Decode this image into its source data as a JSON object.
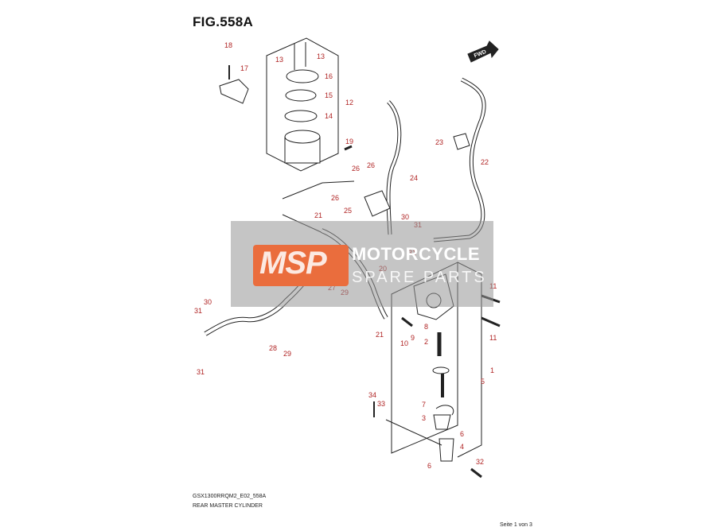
{
  "figure_title": "FIG.558A",
  "footer": {
    "model_code": "GSX1300RRQM2_E02_558A",
    "caption": "REAR MASTER CYLINDER",
    "page": "Seite 1 von 3"
  },
  "direction_badge": "FWD",
  "watermark": {
    "logo": "MSP",
    "line1": "MOTORCYCLE",
    "line2": "SPARE PARTS"
  },
  "callouts": [
    "18",
    "17",
    "13",
    "13",
    "16",
    "15",
    "12",
    "14",
    "19",
    "26",
    "26",
    "26",
    "24",
    "25",
    "21",
    "30",
    "31",
    "31",
    "20",
    "27",
    "29",
    "31",
    "30",
    "31",
    "28",
    "29",
    "21",
    "10",
    "9",
    "8",
    "11",
    "11",
    "2",
    "1",
    "5",
    "34",
    "33",
    "7",
    "3",
    "6",
    "4",
    "6",
    "32",
    "23",
    "22"
  ],
  "colors": {
    "callout": "#b02424",
    "line": "#222222",
    "banner": "#969696",
    "logo": "#ea6d3d"
  }
}
